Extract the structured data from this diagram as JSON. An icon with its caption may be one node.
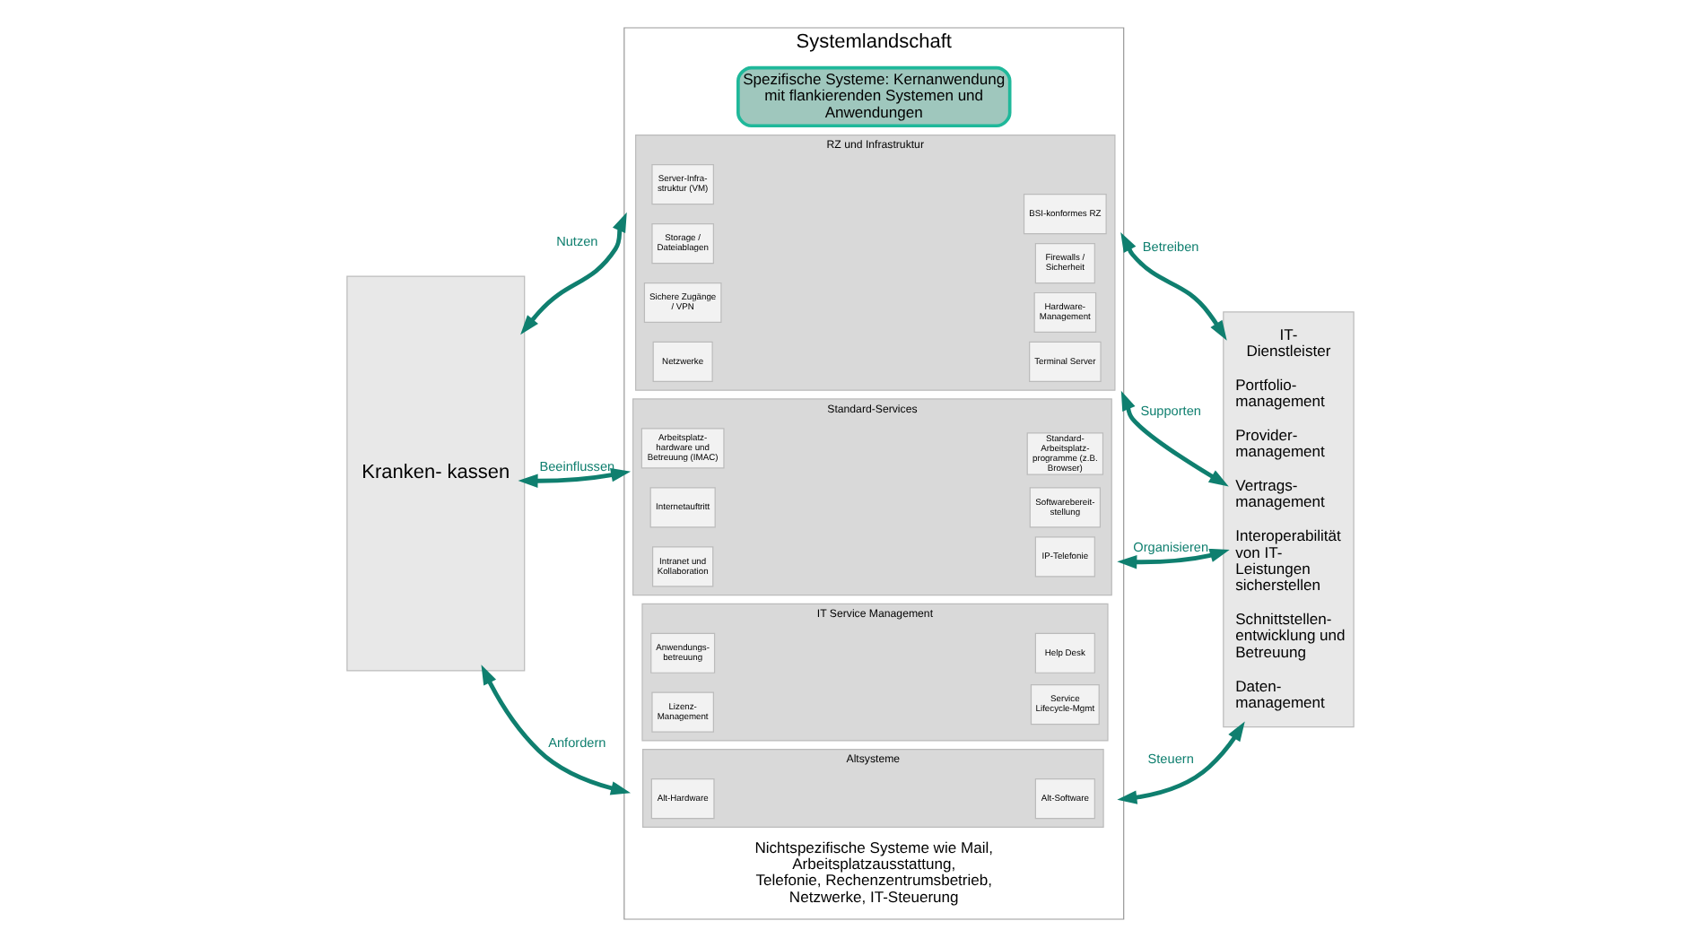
{
  "diagram": {
    "nodes": [
      {
        "text": [
          "Kranken- kassen"
        ]
      },
      {
        "text": [
          "Systemlandschaft"
        ]
      },
      {
        "text": [
          "Spezifische Systeme: Kernanwendung mit flankierenden Systemen und Anwendungen"
        ],
        "in": 1
      },
      {
        "text": [
          "RZ und Infrastruktur"
        ],
        "in": 1
      },
      {
        "text": [
          "Server-Infra- struktur (VM)"
        ],
        "in": 3
      },
      {
        "text": [
          "BSI-konformes RZ"
        ],
        "in": 3
      },
      {
        "text": [
          "Storage / Dateiablagen"
        ],
        "in": 3
      },
      {
        "text": [
          "Firewalls / Sicherheit"
        ],
        "in": 3
      },
      {
        "text": [
          "Sichere Zugänge / VPN"
        ],
        "in": 3
      },
      {
        "text": [
          "Hardware- Management"
        ],
        "in": 3
      },
      {
        "text": [
          "Netzwerke"
        ],
        "in": 3
      },
      {
        "text": [
          "Terminal Server"
        ],
        "in": 3
      },
      {
        "text": [
          "Standard-Services"
        ],
        "in": 1
      },
      {
        "text": [
          "Arbeitsplatz- hardware und Betreuung (IMAC)"
        ],
        "in": 12
      },
      {
        "text": [
          "Standard- Arbeitsplatz- programme (z.B. Browser)"
        ],
        "in": 12
      },
      {
        "text": [
          "Internetauftritt"
        ],
        "in": 12
      },
      {
        "text": [
          "Softwarebereit- stellung"
        ],
        "in": 12
      },
      {
        "text": [
          "Intranet und Kollaboration"
        ],
        "in": 12
      },
      {
        "text": [
          "IP-Telefonie"
        ],
        "in": 12
      },
      {
        "text": [
          "IT Service Management"
        ],
        "in": 1
      },
      {
        "text": [
          "Anwendungs- betreuung"
        ],
        "in": 19
      },
      {
        "text": [
          "Help Desk"
        ],
        "in": 19
      },
      {
        "text": [
          "Lizenz- Management"
        ],
        "in": 19
      },
      {
        "text": [
          "Service Lifecycle-Mgmt"
        ],
        "in": 19
      },
      {
        "text": [
          "Altsysteme"
        ],
        "in": 1
      },
      {
        "text": [
          "Alt-Hardware"
        ],
        "in": 24
      },
      {
        "text": [
          "Alt-Software"
        ],
        "in": 24
      },
      {
        "text": [
          "Nichtspezifische Systeme wie Mail, Arbeitsplatzausstattung, Telefonie, Rechenzentrumsbetrieb, Netzwerke, IT-Steuerung"
        ],
        "in": 1
      },
      {
        "text": [
          "IT- Dienstleister",
          "Portfolio- management",
          "Provider- management",
          "Vertrags- management",
          "Interoperabilität von IT- Leistungen sicherstellen",
          "Schnittstellen- entwicklung und Betreuung",
          "Daten- management"
        ]
      }
    ],
    "edges": [
      {
        "from": 0,
        "to": 1,
        "arrow": "both",
        "label": "Nutzen"
      },
      {
        "from": 0,
        "to": 1,
        "arrow": "both",
        "label": "Beeinflussen"
      },
      {
        "from": 0,
        "to": 1,
        "arrow": "both",
        "label": "Anfordern"
      },
      {
        "from": 1,
        "to": 28,
        "arrow": "both",
        "label": "Betreiben"
      },
      {
        "from": 1,
        "to": 28,
        "arrow": "both",
        "label": "Supporten"
      },
      {
        "from": 1,
        "to": 28,
        "arrow": "both",
        "label": "Organisieren"
      },
      {
        "from": 1,
        "to": 28,
        "arrow": "both",
        "label": "Steuern"
      }
    ]
  }
}
